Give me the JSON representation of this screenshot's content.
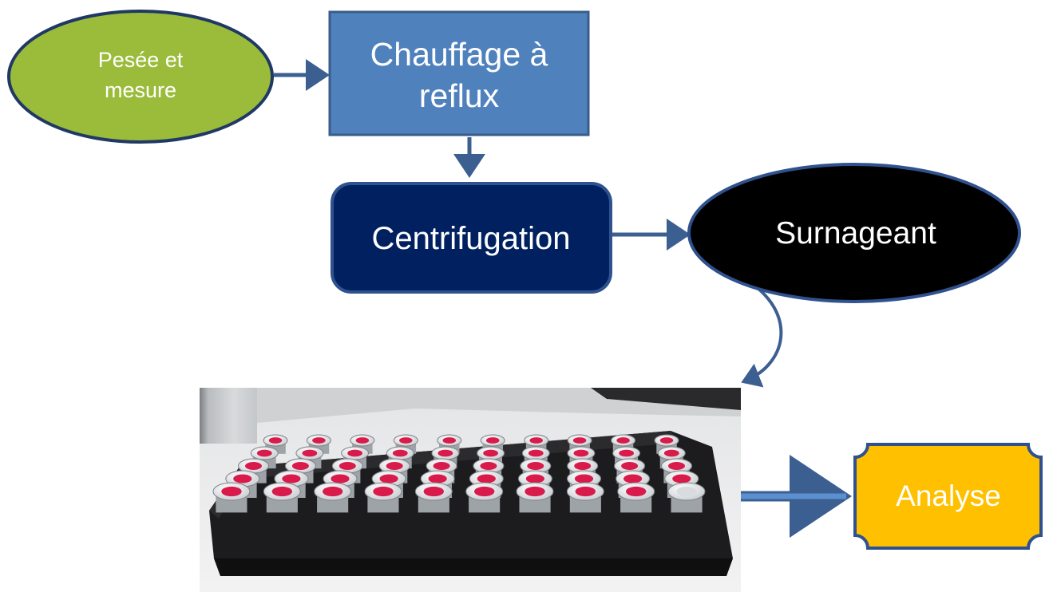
{
  "nodes": {
    "weighing": {
      "line1": "Pesée et",
      "line2": "mesure"
    },
    "reflux": {
      "line1": "Chauffage à",
      "line2": "reflux"
    },
    "centrifugation": {
      "label": "Centrifugation"
    },
    "supernatant": {
      "label": "Surnageant"
    },
    "analysis": {
      "label": "Analyse"
    }
  },
  "colors": {
    "weighing_fill": "#9BBB3B",
    "weighing_stroke": "#1F3864",
    "reflux_fill": "#4F81BD",
    "reflux_stroke": "#385D8A",
    "centrifugation_fill": "#002060",
    "centrifugation_stroke": "#2F528F",
    "supernatant_fill": "#000000",
    "supernatant_stroke": "#2F528F",
    "analysis_fill": "#FFC000",
    "analysis_stroke": "#2F528F",
    "arrow": "#3C5F91",
    "photo_tray": "#1C1C1E"
  }
}
